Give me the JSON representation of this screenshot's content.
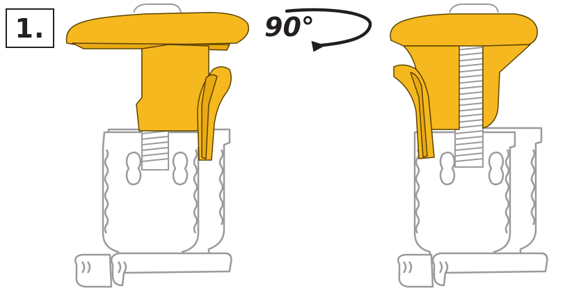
{
  "step": {
    "label": "1."
  },
  "rotation": {
    "label": "90°",
    "direction": "counter-clockwise-arrow"
  },
  "colors": {
    "accent": "#f6b81f",
    "accent_outline": "#5a4200",
    "line_art": "#9a9a9a",
    "ink": "#231f20",
    "background": "#ffffff"
  },
  "icons": {
    "rotation_arrow": "curved-arrow-icon"
  }
}
